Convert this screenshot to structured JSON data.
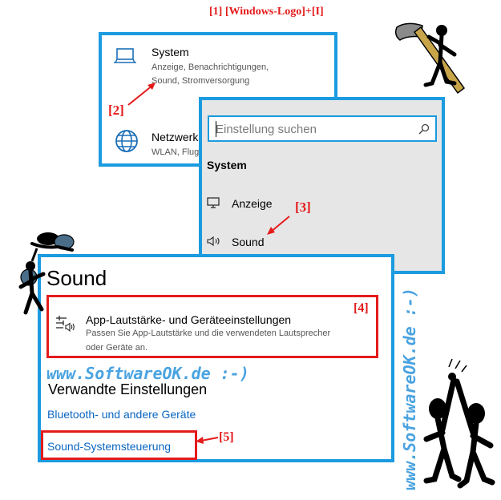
{
  "annotations": {
    "step1": "[1] [Windows-Logo]+[I]",
    "step2": "[2]",
    "step3": "[3]",
    "step4": "[4]",
    "step5": "[5]"
  },
  "settings_home": {
    "system_title": "System",
    "system_desc_line1": "Anzeige, Benachrichtigungen,",
    "system_desc_line2": "Sound, Stromversorgung",
    "network_title": "Netzwerk",
    "network_desc": "WLAN, Flug"
  },
  "system_pane": {
    "search_placeholder": "Einstellung suchen",
    "heading": "System",
    "items": [
      {
        "label": "Anzeige",
        "icon": "monitor-icon"
      },
      {
        "label": "Sound",
        "icon": "speaker-icon"
      }
    ]
  },
  "sound_page": {
    "title": "Sound",
    "app_volume_title": "App-Lautstärke- und Geräteeinstellungen",
    "app_volume_desc_line1": "Passen Sie App-Lautstärke und die verwendeten Lautsprecher",
    "app_volume_desc_line2": "oder Geräte an.",
    "related_heading": "Verwandte Einstellungen",
    "bluetooth_link": "Bluetooth- und andere Geräte",
    "sound_control_link": "Sound-Systemsteuerung"
  },
  "watermark": {
    "horizontal": "www.SoftwareOK.de :-)",
    "vertical": "www.SoftwareOK.de :-)"
  },
  "colors": {
    "accent": "#1b9be0",
    "annotation_red": "#e41b1b",
    "link_blue": "#0b66c2"
  }
}
